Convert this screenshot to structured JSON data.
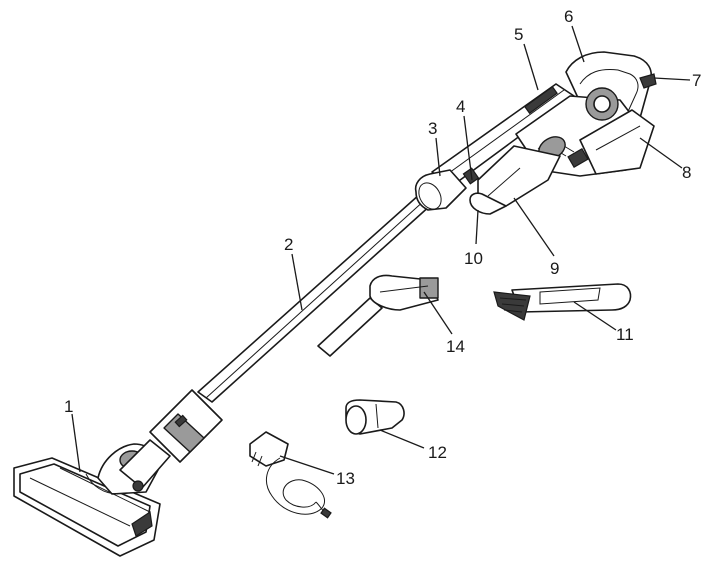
{
  "callouts": [
    {
      "id": "1",
      "label": "1"
    },
    {
      "id": "2",
      "label": "2"
    },
    {
      "id": "3",
      "label": "3"
    },
    {
      "id": "4",
      "label": "4"
    },
    {
      "id": "5",
      "label": "5"
    },
    {
      "id": "6",
      "label": "6"
    },
    {
      "id": "7",
      "label": "7"
    },
    {
      "id": "8",
      "label": "8"
    },
    {
      "id": "9",
      "label": "9"
    },
    {
      "id": "10",
      "label": "10"
    },
    {
      "id": "11",
      "label": "11"
    },
    {
      "id": "12",
      "label": "12"
    },
    {
      "id": "13",
      "label": "13"
    },
    {
      "id": "14",
      "label": "14"
    }
  ],
  "colors": {
    "line": "#1a1a1a",
    "shade": "#9a9a9a",
    "dark": "#3a3a3a",
    "background": "#ffffff"
  }
}
